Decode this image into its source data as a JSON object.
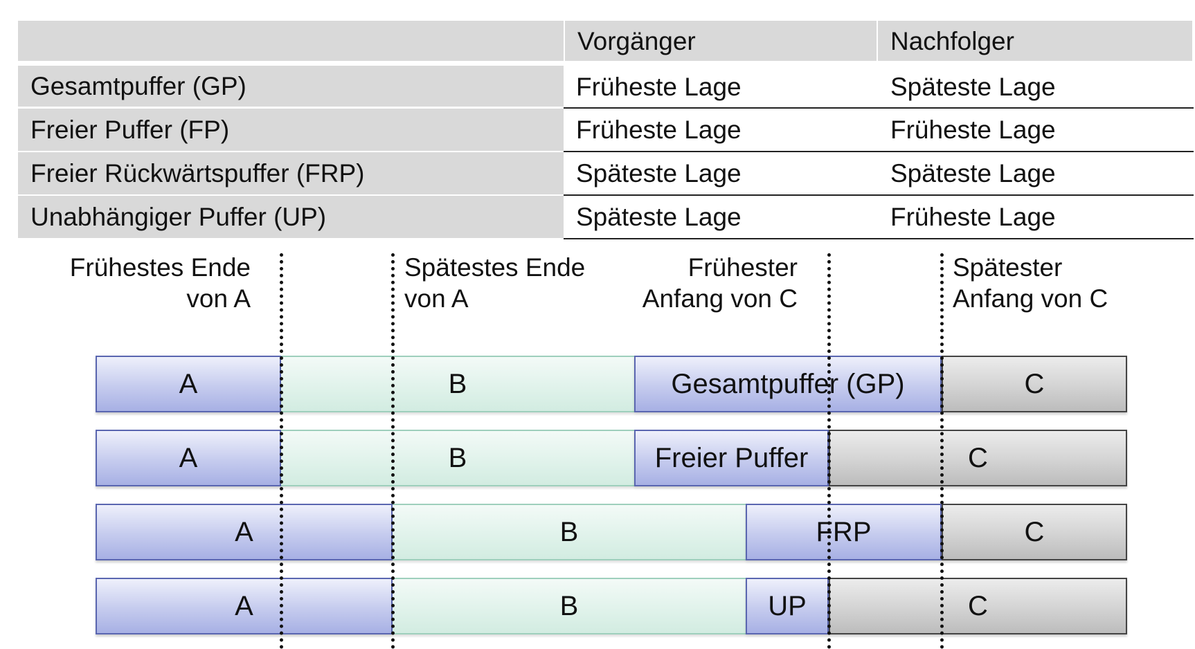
{
  "table": {
    "header": {
      "col1": "",
      "col2": "Vorgänger",
      "col3": "Nachfolger"
    },
    "rows": [
      {
        "name": "Gesamtpuffer (GP)",
        "vorgaenger": "Früheste Lage",
        "nachfolger": "Späteste Lage"
      },
      {
        "name": "Freier Puffer (FP)",
        "vorgaenger": "Früheste Lage",
        "nachfolger": "Früheste Lage"
      },
      {
        "name": "Freier Rückwärtspuffer (FRP)",
        "vorgaenger": "Späteste Lage",
        "nachfolger": "Späteste Lage"
      },
      {
        "name": "Unabhängiger Puffer (UP)",
        "vorgaenger": "Späteste Lage",
        "nachfolger": "Früheste Lage"
      }
    ]
  },
  "timeline_labels": [
    {
      "line1": "Frühestes Ende",
      "line2": "von A"
    },
    {
      "line1": "Spätestes Ende",
      "line2": "von A"
    },
    {
      "line1": "Frühester",
      "line2": "Anfang von C"
    },
    {
      "line1": "Spätester",
      "line2": "Anfang von C"
    }
  ],
  "bars": [
    {
      "a": "A",
      "b": "B",
      "buffer": "Gesamtpuffer (GP)",
      "c": "C"
    },
    {
      "a": "A",
      "b": "B",
      "buffer": "Freier Puffer",
      "c": "C"
    },
    {
      "a": "A",
      "b": "B",
      "buffer": "FRP",
      "c": "C"
    },
    {
      "a": "A",
      "b": "B",
      "buffer": "UP",
      "c": "C"
    }
  ],
  "colors": {
    "activity_blue": "#c5cbee",
    "activity_green": "#dff2ea",
    "activity_gray": "#d3d3d3",
    "table_gray": "#d9d9d9"
  }
}
